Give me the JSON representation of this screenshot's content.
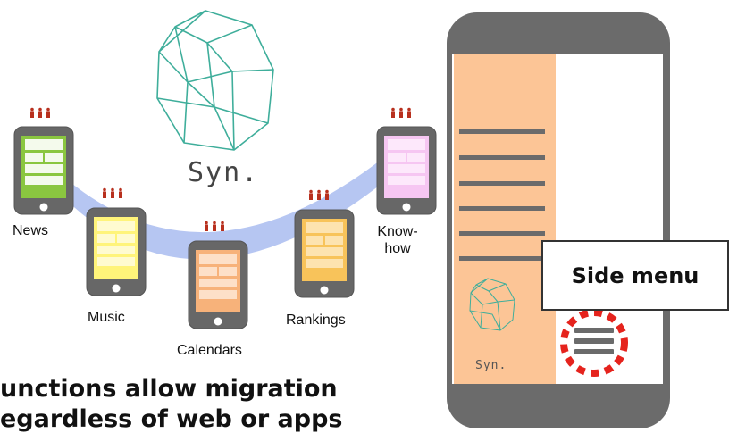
{
  "logo": {
    "wordmark": "Syn.",
    "color": "#3fae9b"
  },
  "apps": [
    {
      "label": "News",
      "screen_color": "#8ac640"
    },
    {
      "label": "Music",
      "screen_color": "#fff47a"
    },
    {
      "label": "Calendars",
      "screen_color": "#f7b27a"
    },
    {
      "label": "Rankings",
      "screen_color": "#f8c35a"
    },
    {
      "label": "Know-\nhow",
      "screen_color": "#f6c6f2"
    }
  ],
  "caption": {
    "line1": "unctions allow migration",
    "line2": "egardless of web or apps"
  },
  "phone": {
    "side_menu_label": "Side menu",
    "side_panel_color": "#fcc596",
    "logo_wordmark": "Syn.",
    "alert_color": "#e5231d"
  }
}
